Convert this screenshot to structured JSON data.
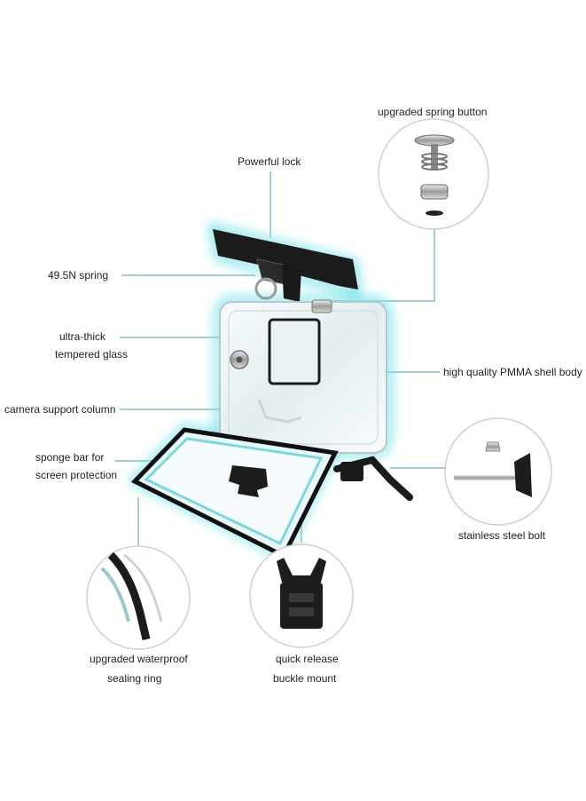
{
  "colors": {
    "accent": "#5ab8bf",
    "glow": "#8ee6ec",
    "black": "#1b1b1b",
    "circle_stroke": "#cfcfcf",
    "leader": "#6aaeb4"
  },
  "labels": {
    "spring_button": "upgraded spring button",
    "powerful_lock": "Powerful lock",
    "spring": "49.5N spring",
    "glass_line1": "ultra-thick",
    "glass_line2": "tempered glass",
    "shell_body": "high quality PMMA shell body",
    "support_column": "camera support column",
    "sponge_line1": "sponge bar for",
    "sponge_line2": "screen protection",
    "bolt": "stainless steel bolt",
    "sealing_line1": "upgraded waterproof",
    "sealing_line2": "sealing ring",
    "buckle_line1": "quick release",
    "buckle_line2": "buckle mount"
  }
}
